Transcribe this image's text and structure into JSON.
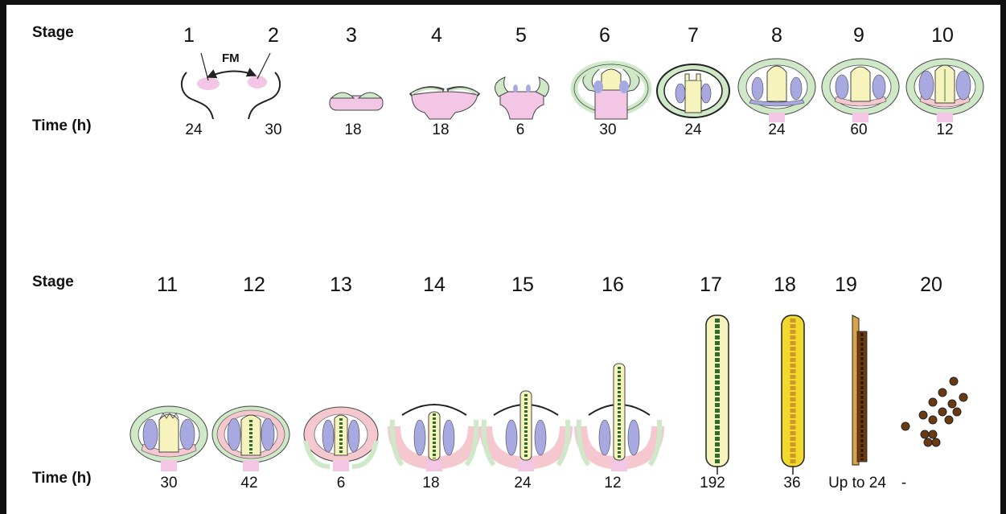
{
  "labels": {
    "stage": "Stage",
    "time": "Time (h)",
    "fm": "FM"
  },
  "row1": {
    "stages": [
      "1",
      "2",
      "3",
      "4",
      "5",
      "6",
      "7",
      "8",
      "9",
      "10"
    ],
    "times": [
      "24",
      "30",
      "18",
      "18",
      "6",
      "30",
      "24",
      "24",
      "60",
      "12"
    ]
  },
  "row2": {
    "stages": [
      "11",
      "12",
      "13",
      "14",
      "15",
      "16",
      "17",
      "18",
      "19",
      "20"
    ],
    "times": [
      "30",
      "42",
      "6",
      "18",
      "24",
      "12",
      "192",
      "36",
      "Up to 24",
      "-"
    ]
  },
  "colors": {
    "sepal": "#cfe9c8",
    "meristem": "#f2c6e4",
    "stamen": "#a7a9e0",
    "carpel": "#f7f3bd",
    "petal": "#f5c7cf",
    "pollen": "#2f6b2f",
    "mature_yellow": "#f2d92c",
    "seed_brown": "#6b3a10",
    "outline": "#222222"
  }
}
